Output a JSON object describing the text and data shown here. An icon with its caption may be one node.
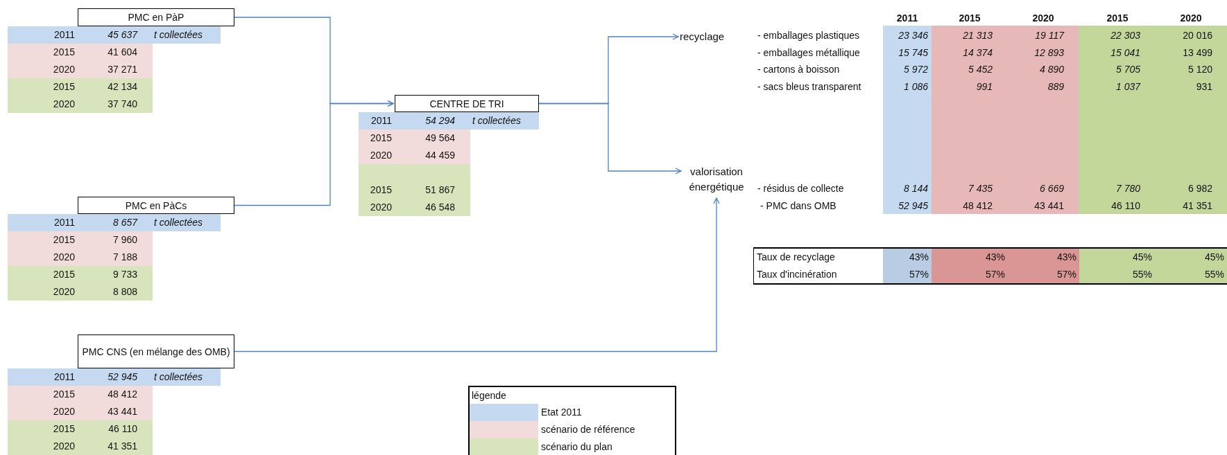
{
  "diagram": {
    "nodes": [
      {
        "text": [
          "PMC en PàP"
        ]
      },
      {
        "text": [
          "PMC en PàCs"
        ]
      },
      {
        "text": [
          "PMC CNS (en mélange des OMB)"
        ]
      },
      {
        "text": [
          "CENTRE DE TRI"
        ]
      },
      {
        "text": [
          "recyclage"
        ]
      },
      {
        "text": [
          "valorisation énergétique"
        ]
      }
    ],
    "edges": [
      {
        "from": 0,
        "to": 3,
        "arrow": "to"
      },
      {
        "from": 1,
        "to": 3,
        "arrow": "to"
      },
      {
        "from": 3,
        "to": 4,
        "arrow": "to"
      },
      {
        "from": 3,
        "to": 5,
        "arrow": "to"
      },
      {
        "from": 2,
        "to": 5,
        "arrow": "to"
      }
    ],
    "labels": [
      "2011",
      "45 637",
      "t collectées",
      "2015",
      "41 604",
      "2020",
      "37 271",
      "2015",
      "42 134",
      "2020",
      "37 740",
      "2011",
      "8 657",
      "t collectées",
      "2015",
      "7 960",
      "2020",
      "7 188",
      "2015",
      "9 733",
      "2020",
      "8 808",
      "2011",
      "52 945",
      "t collectées",
      "2015",
      "48 412",
      "2020",
      "43 441",
      "2015",
      "46 110",
      "2020",
      "41 351",
      "2011",
      "54 294",
      "t collectées",
      "2015",
      "49 564",
      "2020",
      "44 459",
      "2015",
      "51 867",
      "2020",
      "46 548",
      "2011",
      "2015",
      "2020",
      "2015",
      "2020",
      "- emballages plastiques",
      "23 346",
      "21 313",
      "19 117",
      "22 303",
      "20 016",
      "- emballages métallique",
      "15 745",
      "14 374",
      "12 893",
      "15 041",
      "13 499",
      "- cartons à boisson",
      "5 972",
      "5 452",
      "4 890",
      "5 705",
      "5 120",
      "- sacs bleus transparent",
      "1 086",
      "991",
      "889",
      "1 037",
      "931",
      "- résidus de collecte",
      "8 144",
      "7 435",
      "6 669",
      "7 780",
      "6 982",
      "- PMC dans OMB",
      "52 945",
      "48 412",
      "43 441",
      "46 110",
      "41 351",
      "Taux de recyclage",
      "43%",
      "43%",
      "43%",
      "45%",
      "45%",
      "Taux d'incinération",
      "57%",
      "57%",
      "57%",
      "55%",
      "55%",
      "légende"
    ],
    "legend": [
      {
        "text": "Etat 2011",
        "color": "#c5d9f1"
      },
      {
        "text": "scénario de référence",
        "color": "#f2dcdb"
      },
      {
        "text": "scénario du plan",
        "color": "#d8e4bc"
      }
    ]
  }
}
